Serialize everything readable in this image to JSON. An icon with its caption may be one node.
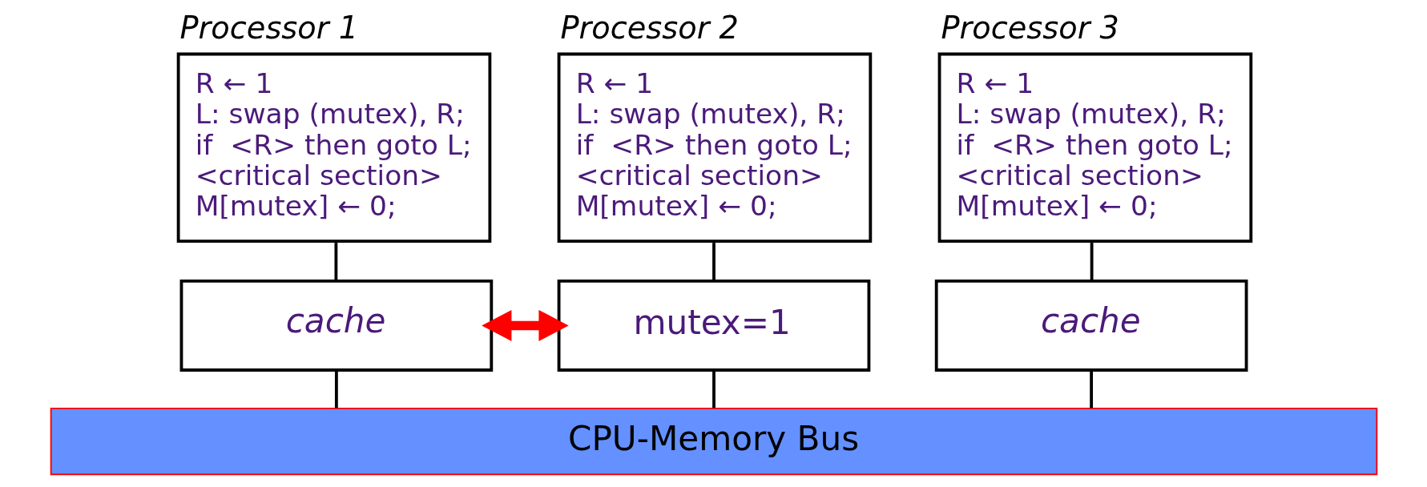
{
  "diagram": {
    "nodes": [
      {
        "text": [
          "Processor 1",
          "R ← 1",
          "L: swap (mutex), R;",
          "if  <R> then goto L;",
          "<critical section>",
          "M[mutex] ← 0;"
        ]
      },
      {
        "text": [
          "Processor 2",
          "R ← 1",
          "L: swap (mutex), R;",
          "if  <R> then goto L;",
          "<critical section>",
          "M[mutex] ← 0;"
        ]
      },
      {
        "text": [
          "Processor 3",
          "R ← 1",
          "L: swap (mutex), R;",
          "if  <R> then goto L;",
          "<critical section>",
          "M[mutex] ← 0;"
        ]
      },
      {
        "text": [
          "cache"
        ]
      },
      {
        "text": [
          "mutex=1"
        ]
      },
      {
        "text": [
          "cache"
        ]
      },
      {
        "text": [
          "CPU-Memory Bus"
        ]
      }
    ],
    "edges": [
      {
        "from": 0,
        "to": 3,
        "arrow": "none"
      },
      {
        "from": 1,
        "to": 4,
        "arrow": "none"
      },
      {
        "from": 2,
        "to": 5,
        "arrow": "none"
      },
      {
        "from": 3,
        "to": 6,
        "arrow": "none"
      },
      {
        "from": 4,
        "to": 6,
        "arrow": "none"
      },
      {
        "from": 5,
        "to": 6,
        "arrow": "none"
      },
      {
        "from": 3,
        "to": 4,
        "arrow": "both",
        "style": "thick",
        "color": "#ff0000"
      }
    ]
  }
}
